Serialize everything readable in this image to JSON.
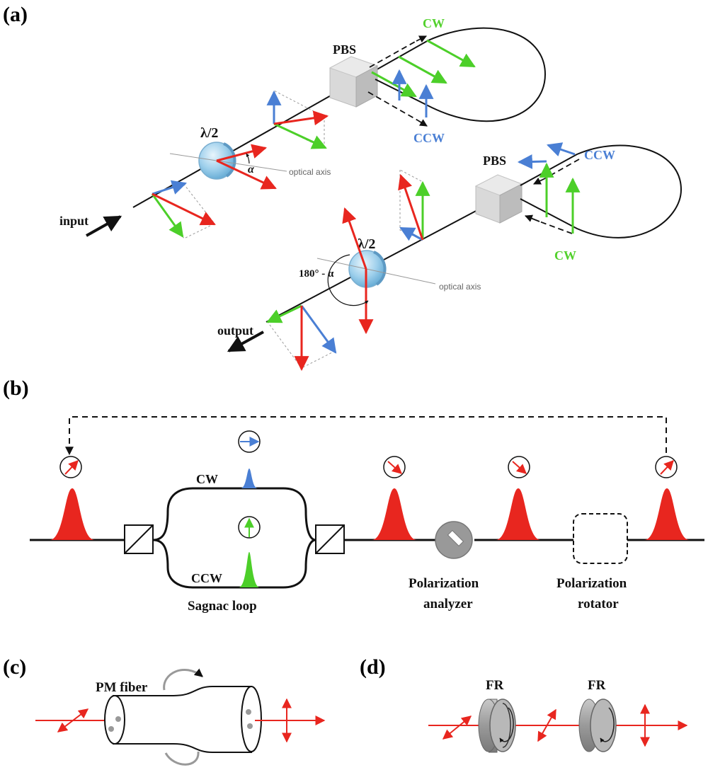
{
  "panels": {
    "a": "(a)",
    "b": "(b)",
    "c": "(c)",
    "d": "(d)"
  },
  "panel_a": {
    "input": "input",
    "output": "output",
    "half_wave": "λ/2",
    "optical_axis": "optical axis",
    "alpha": "α",
    "angle_180": "180° - α",
    "pbs": "PBS",
    "cw": "CW",
    "ccw": "CCW"
  },
  "panel_b": {
    "cw": "CW",
    "ccw": "CCW",
    "sagnac": "Sagnac loop",
    "analyzer_1": "Polarization",
    "analyzer_2": "analyzer",
    "rotator_1": "Polarization",
    "rotator_2": "rotator"
  },
  "panel_c": {
    "fiber": "PM fiber"
  },
  "panel_d": {
    "fr": "FR"
  },
  "colors": {
    "red": "#e8261f",
    "green": "#4ccf29",
    "blue": "#4a7fd4",
    "cw_label": "#52d12c",
    "ccw_label": "#4a7fd4"
  }
}
